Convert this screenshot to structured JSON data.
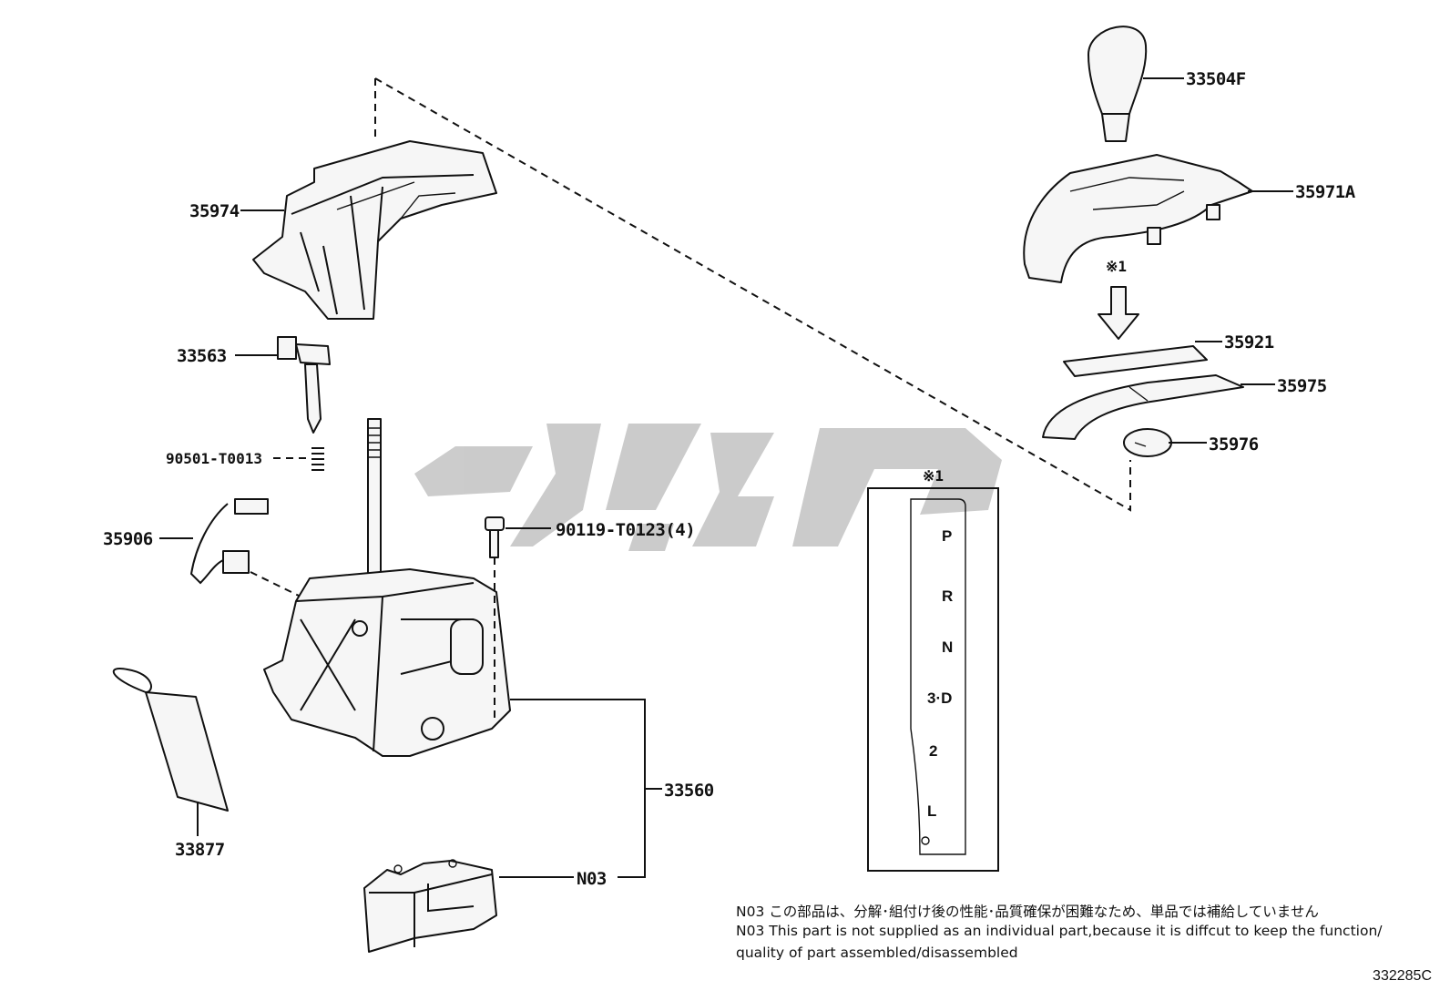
{
  "parts": {
    "p33504F": "33504F",
    "p35971A": "35971A",
    "p35974": "35974",
    "p33563": "33563",
    "p90501": "90501-T0013",
    "p35921": "35921",
    "p35975": "35975",
    "p35976": "35976",
    "p35906": "35906",
    "p90119": "90119-T0123(4)",
    "p33560": "33560",
    "p33877": "33877",
    "pN03": "N03"
  },
  "marks": {
    "ref_top": "※1",
    "ref_gate": "※1"
  },
  "gate_positions": [
    "P",
    "R",
    "N",
    "3·D",
    "2",
    "L"
  ],
  "notes": {
    "line1": "N03 この部品は、分解･組付け後の性能･品質確保が困難なため、単品では補給していません",
    "line2": "N03 This part is not supplied as an  individual part,because it is diffcut to keep the function/",
    "line3": "quality of part assembled/disassembled"
  },
  "doc_id": "332285C",
  "colors": {
    "line": "#111111",
    "part_fill": "#f6f6f6",
    "watermark": "#c8c8c8"
  }
}
